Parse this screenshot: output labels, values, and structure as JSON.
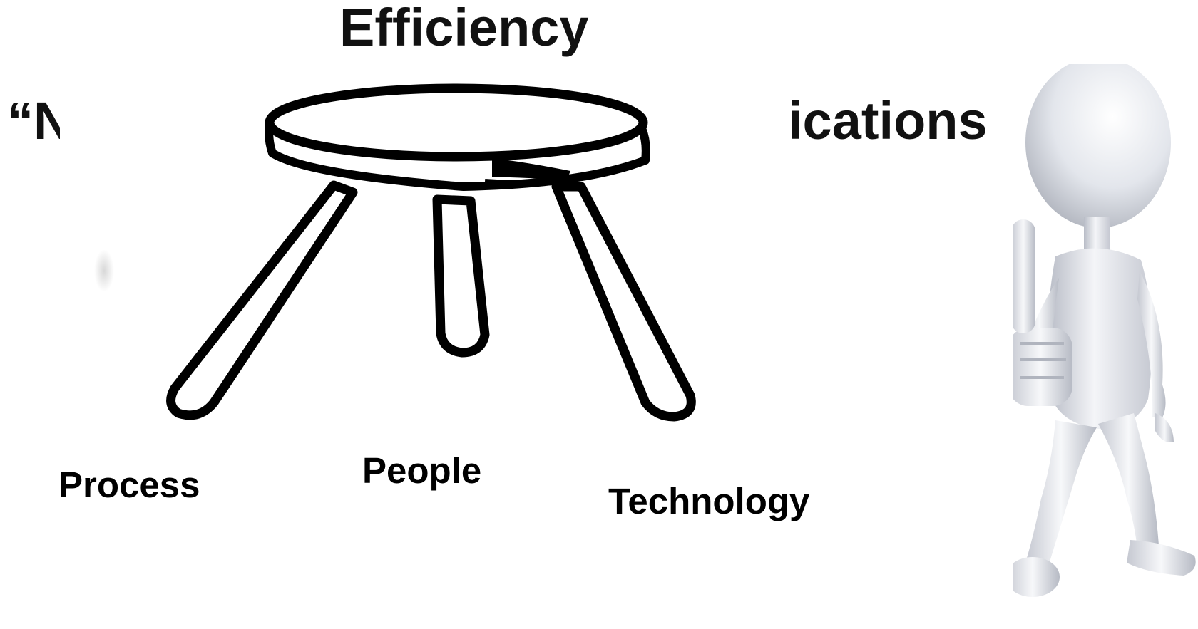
{
  "diagram": {
    "title": "Efficiency",
    "background_text_left": "“N",
    "background_text_right": "ications",
    "legs": [
      {
        "label": "Process"
      },
      {
        "label": "People"
      },
      {
        "label": "Technology"
      }
    ]
  },
  "icons": {
    "stool": "three-legged-stool-icon",
    "figure": "thumbs-up-figure-icon"
  }
}
